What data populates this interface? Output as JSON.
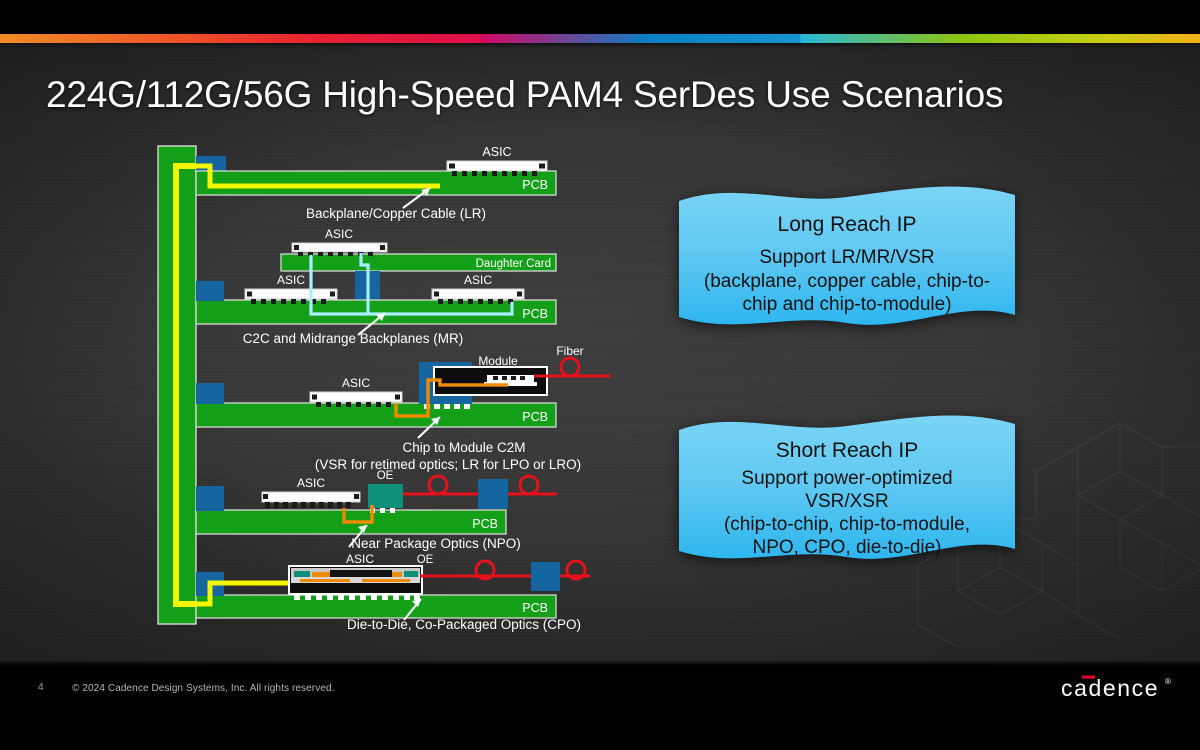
{
  "slide": {
    "title": "224G/112G/56G High-Speed PAM4 SerDes Use Scenarios",
    "page_number": "4",
    "copyright": "© 2024 Cadence Design Systems, Inc. All rights reserved.",
    "logo_text": "cadence",
    "logo_registered": "®"
  },
  "accentbar": {
    "colors": [
      "#f08b25",
      "#ef5b28",
      "#e8222f",
      "#e00f4a",
      "#d10a66",
      "#0b7fc4",
      "#1794cf",
      "#2ab7d6",
      "#8cc410",
      "#c9cf12",
      "#f3b018",
      "#f7a81b"
    ]
  },
  "colors": {
    "pcb_green": "#13a018",
    "pcb_green_dark": "#0c8a11",
    "connector_blue": "#1465a0",
    "trace_yellow": "#f5f500",
    "trace_cyan": "#a8f0ff",
    "trace_orange": "#f08a00",
    "fiber_red": "#e8101b",
    "oe_teal": "#0e8f7a",
    "package_white": "#ffffff",
    "banner_top": "#7ad4f5",
    "banner_mid": "#4fc3f0",
    "banner_bottom": "#2eb6ef"
  },
  "diagram": {
    "rows": [
      {
        "id": "backplane-lr",
        "caption": "Backplane/Copper Cable (LR)",
        "pcb_label": "PCB",
        "chips": [
          {
            "label": "ASIC"
          }
        ]
      },
      {
        "id": "c2c-midrange",
        "caption": "C2C and Midrange Backplanes (MR)",
        "pcb_label": "PCB",
        "daughter_card_label": "Daughter Card",
        "chips": [
          {
            "label": "ASIC"
          },
          {
            "label": "ASIC"
          },
          {
            "label": "ASIC"
          }
        ]
      },
      {
        "id": "chip-to-module",
        "caption_line1": "Chip to Module C2M",
        "caption_line2": "(VSR for retimed optics; LR for LPO or LRO)",
        "pcb_label": "PCB",
        "module_label": "Module",
        "fiber_label": "Fiber",
        "chips": [
          {
            "label": "ASIC"
          }
        ]
      },
      {
        "id": "near-package-optics",
        "caption": "Near Package Optics (NPO)",
        "pcb_label": "PCB",
        "oe_label": "OE",
        "chips": [
          {
            "label": "ASIC"
          }
        ]
      },
      {
        "id": "co-packaged-optics",
        "caption": "Die-to-Die, Co-Packaged Optics (CPO)",
        "pcb_label": "PCB",
        "oe_label": "OE",
        "chips": [
          {
            "label": "ASIC"
          }
        ]
      }
    ]
  },
  "banners": [
    {
      "id": "long-reach-ip",
      "heading": "Long Reach IP",
      "line1": "Support LR/MR/VSR",
      "line2": "(backplane, copper cable, chip-to-",
      "line3": "chip and chip-to-module)"
    },
    {
      "id": "short-reach-ip",
      "heading": "Short Reach IP",
      "line1": "Support power-optimized",
      "line2": "VSR/XSR",
      "line3": "(chip-to-chip, chip-to-module,",
      "line4": "NPO, CPO, die-to-die)"
    }
  ]
}
